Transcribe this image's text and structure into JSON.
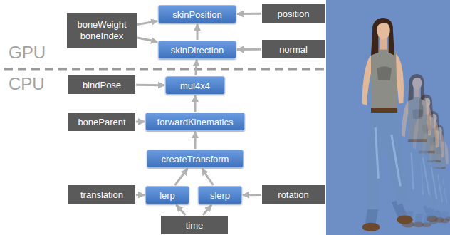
{
  "diagram": {
    "nodes": [
      {
        "text": [
          "skinPosition"
        ]
      },
      {
        "text": [
          "position"
        ]
      },
      {
        "text": [
          "boneWeight boneIndex"
        ]
      },
      {
        "text": [
          "skinDirection"
        ]
      },
      {
        "text": [
          "normal"
        ]
      },
      {
        "text": [
          "bindPose"
        ]
      },
      {
        "text": [
          "mul4x4"
        ]
      },
      {
        "text": [
          "boneParent"
        ]
      },
      {
        "text": [
          "forwardKinematics"
        ]
      },
      {
        "text": [
          "createTransform"
        ]
      },
      {
        "text": [
          "translation"
        ]
      },
      {
        "text": [
          "lerp"
        ]
      },
      {
        "text": [
          "slerp"
        ]
      },
      {
        "text": [
          "rotation"
        ]
      },
      {
        "text": [
          "time"
        ]
      }
    ],
    "edges": [
      {
        "from": 14,
        "to": 11,
        "arrow": "to"
      },
      {
        "from": 14,
        "to": 12,
        "arrow": "to"
      },
      {
        "from": 10,
        "to": 11,
        "arrow": "to"
      },
      {
        "from": 13,
        "to": 12,
        "arrow": "to"
      },
      {
        "from": 11,
        "to": 9,
        "arrow": "to"
      },
      {
        "from": 12,
        "to": 9,
        "arrow": "to"
      },
      {
        "from": 9,
        "to": 8,
        "arrow": "to"
      },
      {
        "from": 7,
        "to": 8,
        "arrow": "to"
      },
      {
        "from": 8,
        "to": 6,
        "arrow": "to"
      },
      {
        "from": 5,
        "to": 6,
        "arrow": "to"
      },
      {
        "from": 6,
        "to": 3,
        "arrow": "to"
      },
      {
        "from": 3,
        "to": 0,
        "arrow": "to"
      },
      {
        "from": 2,
        "to": 0,
        "arrow": "to"
      },
      {
        "from": 2,
        "to": 3,
        "arrow": "to"
      },
      {
        "from": 1,
        "to": 0,
        "arrow": "to"
      },
      {
        "from": 4,
        "to": 3,
        "arrow": "to"
      }
    ],
    "labels": [
      "GPU",
      "CPU"
    ]
  }
}
